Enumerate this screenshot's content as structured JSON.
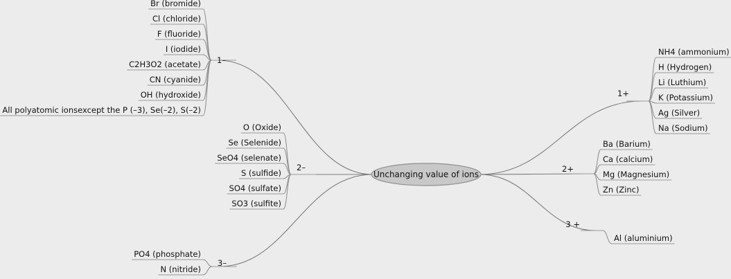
{
  "root": {
    "label": "Unchanging value of ions"
  },
  "groups": [
    {
      "id": "neg1",
      "label": "1–",
      "side": "left",
      "items": [
        "Br (bromide)",
        "Cl (chloride)",
        "F (fluoride)",
        "I (iodide)",
        "C2H3O2 (acetate)",
        "CN (cyanide)",
        "OH (hydroxide)",
        "All polyatomic ionsexcept the P (–3), Se(–2), S(–2)"
      ]
    },
    {
      "id": "neg2",
      "label": "2–",
      "side": "left",
      "items": [
        "O (Oxide)",
        "Se (Selenide)",
        "SeO4 (selenate)",
        "S (sulfide)",
        "SO4 (sulfate)",
        "SO3 (sulfite)"
      ]
    },
    {
      "id": "neg3",
      "label": "3–",
      "side": "left",
      "items": [
        "PO4 (phosphate)",
        "N (nitride)"
      ]
    },
    {
      "id": "pos1",
      "label": "1+",
      "side": "right",
      "items": [
        "NH4 (ammonium)",
        "H (Hydrogen)",
        "Li (Luthium)",
        "K (Potassium)",
        "Ag (Silver)",
        "Na (Sodium)"
      ]
    },
    {
      "id": "pos2",
      "label": "2+",
      "side": "right",
      "items": [
        "Ba (Barium)",
        "Ca (calcium)",
        "Mg (Magnesium)",
        "Zn (Zinc)"
      ]
    },
    {
      "id": "pos3",
      "label": "3 +",
      "side": "right",
      "items": [
        "Al (aluminium)"
      ]
    }
  ]
}
